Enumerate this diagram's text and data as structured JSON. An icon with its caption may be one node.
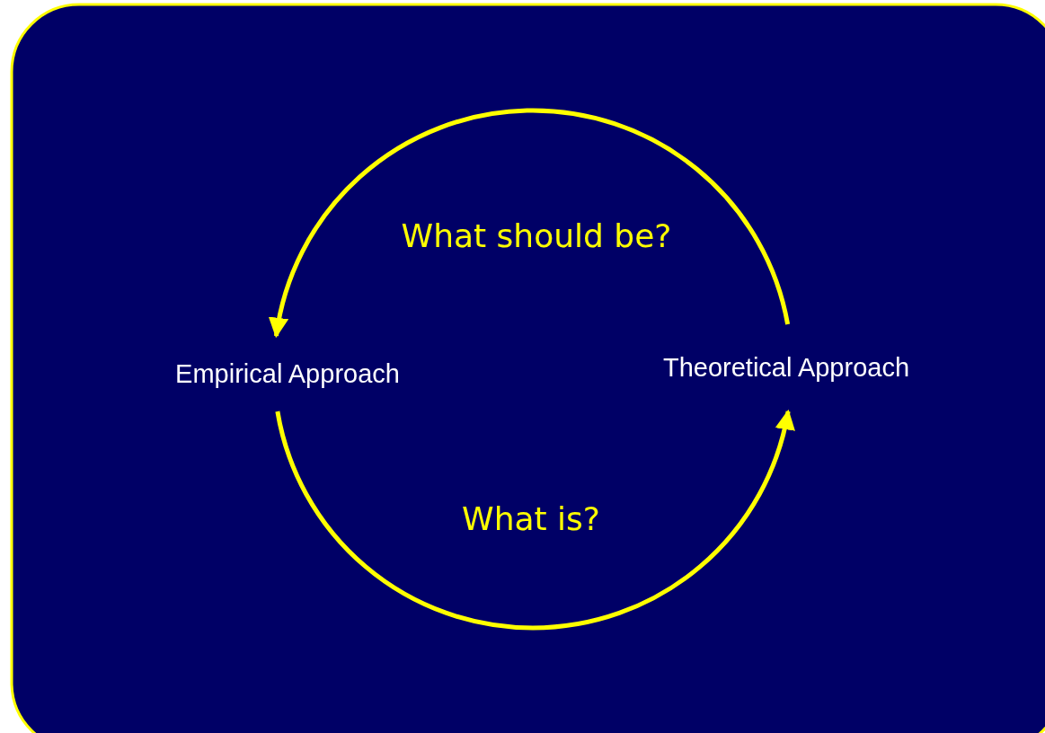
{
  "diagram": {
    "nodes": [
      {
        "text": [
          "Empirical Approach"
        ]
      },
      {
        "text": [
          "Theoretical Approach"
        ]
      }
    ],
    "edges": [
      {
        "from": 1,
        "to": 0,
        "arrow": "to",
        "label": "What should be?"
      },
      {
        "from": 0,
        "to": 1,
        "arrow": "to",
        "label": "What is?"
      }
    ]
  }
}
